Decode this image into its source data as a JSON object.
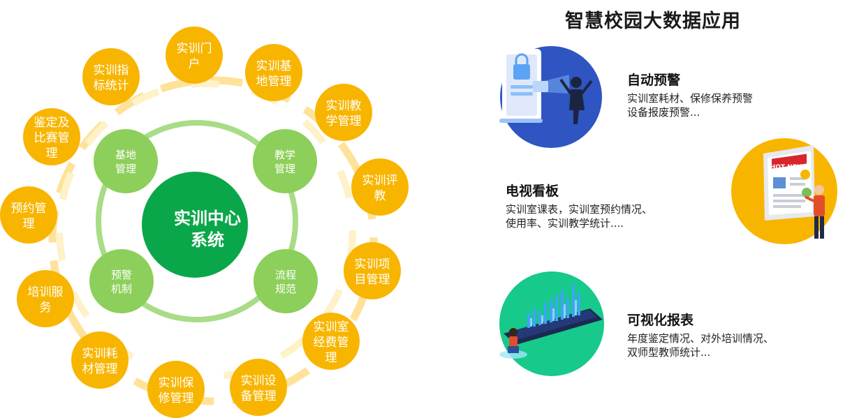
{
  "title": "智慧校园大数据应用",
  "center": {
    "lines": [
      "实训中心",
      "系统"
    ]
  },
  "inner_nodes": [
    {
      "id": "base",
      "lines": [
        "基地",
        "管理"
      ]
    },
    {
      "id": "teaching",
      "lines": [
        "教学",
        "管理"
      ]
    },
    {
      "id": "warning",
      "lines": [
        "预警",
        "机制"
      ]
    },
    {
      "id": "process",
      "lines": [
        "流程",
        "规范"
      ]
    }
  ],
  "outer_nodes": [
    {
      "id": "portal",
      "lines": [
        "实训门",
        "户"
      ]
    },
    {
      "id": "base-mgmt",
      "lines": [
        "实训基",
        "地管理"
      ]
    },
    {
      "id": "teach-mgmt",
      "lines": [
        "实训教",
        "学管理"
      ]
    },
    {
      "id": "eval",
      "lines": [
        "实训评",
        "教"
      ]
    },
    {
      "id": "project",
      "lines": [
        "实训项",
        "目管理"
      ]
    },
    {
      "id": "room-fee",
      "lines": [
        "实训室",
        "经费管",
        "理"
      ]
    },
    {
      "id": "equipment",
      "lines": [
        "实训设",
        "备管理"
      ]
    },
    {
      "id": "maintenance",
      "lines": [
        "实训保",
        "修管理"
      ]
    },
    {
      "id": "consumables",
      "lines": [
        "实训耗",
        "材管理"
      ]
    },
    {
      "id": "training",
      "lines": [
        "培训服",
        "务"
      ]
    },
    {
      "id": "booking",
      "lines": [
        "预约管",
        "理"
      ]
    },
    {
      "id": "competition",
      "lines": [
        "鉴定及",
        "比赛管",
        "理"
      ]
    },
    {
      "id": "indicators",
      "lines": [
        "实训指",
        "标统计"
      ]
    }
  ],
  "features": [
    {
      "id": "auto-warning",
      "title": "自动预警",
      "desc": [
        "实训室耗材、保修保养预警",
        "设备报废预警..."
      ]
    },
    {
      "id": "tv-board",
      "title": "电视看板",
      "desc": [
        "实训室课表，实训室预约情况、",
        "使用率、实训教学统计...."
      ]
    },
    {
      "id": "visual-report",
      "title": "可视化报表",
      "desc": [
        "年度鉴定情况、对外培训情况、",
        "双师型教师统计..."
      ]
    }
  ],
  "news_sign": "HOT NEWS",
  "colors": {
    "green_dark": "#0aa74a",
    "green_light": "#8ccf5a",
    "ring_green": "#a9dc86",
    "orange": "#f8b500",
    "dash_yellow": "#ffe8a6",
    "blue": "#2f55c3",
    "teal": "#17c98a"
  },
  "icons": [
    "lock-phone-illustration",
    "hot-news-board-illustration",
    "data-bars-illustration"
  ]
}
